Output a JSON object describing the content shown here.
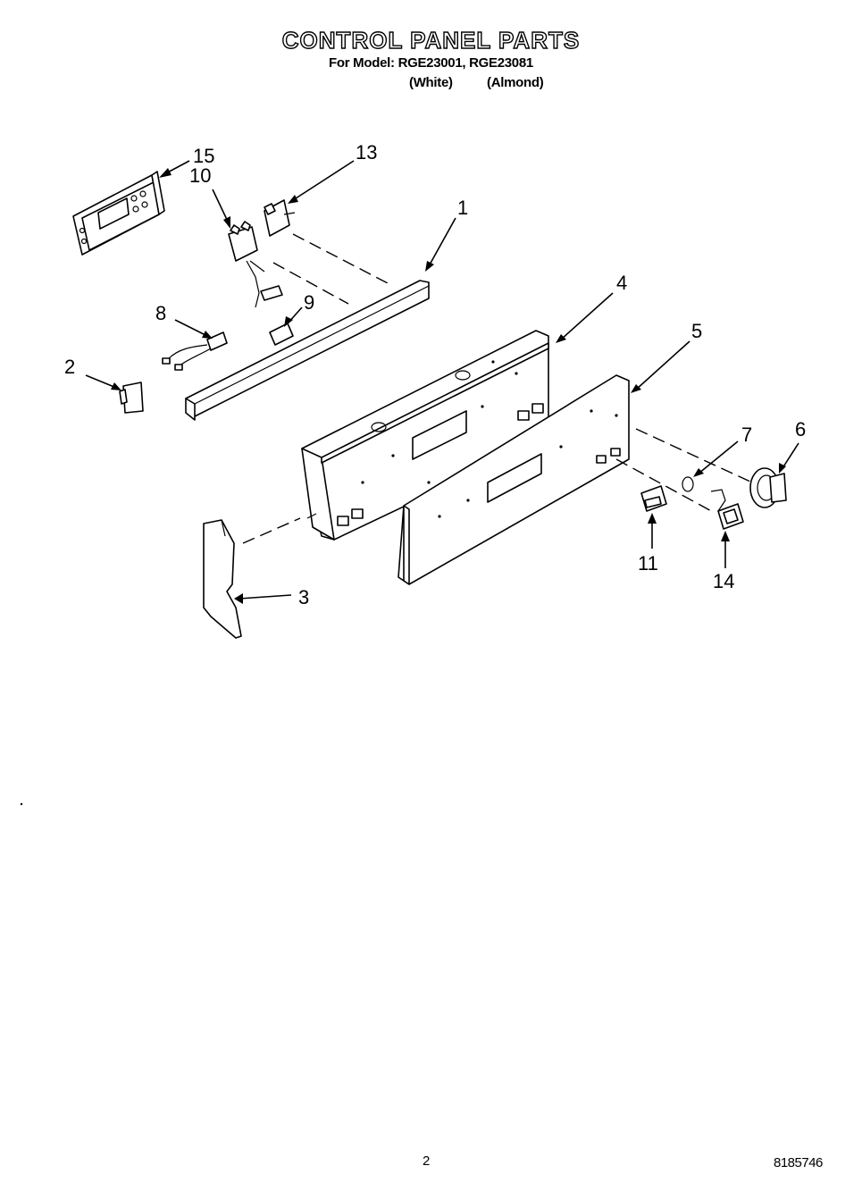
{
  "header": {
    "title": "CONTROL PANEL PARTS",
    "models_line": "For Model: RGE23001, RGE23081",
    "color_white": "(White)",
    "color_almond": "(Almond)"
  },
  "callouts": [
    {
      "id": "callout-15",
      "label": "15"
    },
    {
      "id": "callout-10",
      "label": "10"
    },
    {
      "id": "callout-13",
      "label": "13"
    },
    {
      "id": "callout-1",
      "label": "1"
    },
    {
      "id": "callout-8",
      "label": "8"
    },
    {
      "id": "callout-9",
      "label": "9"
    },
    {
      "id": "callout-4",
      "label": "4"
    },
    {
      "id": "callout-5",
      "label": "5"
    },
    {
      "id": "callout-2",
      "label": "2"
    },
    {
      "id": "callout-7",
      "label": "7"
    },
    {
      "id": "callout-6",
      "label": "6"
    },
    {
      "id": "callout-3",
      "label": "3"
    },
    {
      "id": "callout-11",
      "label": "11"
    },
    {
      "id": "callout-14",
      "label": "14"
    }
  ],
  "footer": {
    "page_number": "2",
    "document_number": "8185746"
  }
}
